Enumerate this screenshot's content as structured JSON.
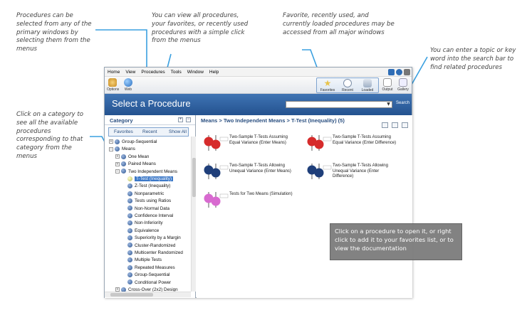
{
  "annotations": {
    "a1": "Procedures can be selected from any of the primary windows by selecting them from the menus",
    "a2": "You can view all procedures, your favorites, or recently used procedures with a simple click from the menus",
    "a3": "Favorite, recently used, and currently loaded procedures may be accessed from all major windows",
    "a4": "You can enter a topic or key word into the search bar to find related procedures",
    "a5": "Click on a category to see all the available procedures corresponding to that category from the menus",
    "a6": "Click on a procedure to open it, or right click to add it to your favorites list, or to view the documentation"
  },
  "menu": [
    "Home",
    "View",
    "Procedures",
    "Tools",
    "Window",
    "Help"
  ],
  "toolbar": {
    "options": "Options",
    "web": "Web",
    "favorites": "Favorites",
    "recent": "Recent",
    "loaded": "Loaded",
    "output": "Output",
    "gallery": "Gallery"
  },
  "header": {
    "title": "Select a Procedure",
    "search_button": "Search",
    "search_value": ""
  },
  "category": {
    "title": "Category",
    "tabs": [
      "Favorites",
      "Recent",
      "Show All"
    ],
    "tree": [
      {
        "label": "Group-Sequential",
        "level": 0,
        "expander": "+"
      },
      {
        "label": "Means",
        "level": 0,
        "expander": "−"
      },
      {
        "label": "One Mean",
        "level": 1,
        "expander": "+"
      },
      {
        "label": "Paired Means",
        "level": 1,
        "expander": "+"
      },
      {
        "label": "Two Independent Means",
        "level": 1,
        "expander": "−"
      },
      {
        "label": "T-Test (Inequality)",
        "level": 2,
        "selected": true
      },
      {
        "label": "Z-Test (Inequality)",
        "level": 2
      },
      {
        "label": "Nonparametric",
        "level": 2
      },
      {
        "label": "Tests using Ratios",
        "level": 2
      },
      {
        "label": "Non-Normal Data",
        "level": 2
      },
      {
        "label": "Confidence Interval",
        "level": 2
      },
      {
        "label": "Non-Inferiority",
        "level": 2
      },
      {
        "label": "Equivalence",
        "level": 2
      },
      {
        "label": "Superiority by a Margin",
        "level": 2
      },
      {
        "label": "Cluster-Randomized",
        "level": 2
      },
      {
        "label": "Multicenter Randomized",
        "level": 2
      },
      {
        "label": "Multiple Tests",
        "level": 2
      },
      {
        "label": "Repeated Measures",
        "level": 2
      },
      {
        "label": "Group-Sequential",
        "level": 2
      },
      {
        "label": "Conditional Power",
        "level": 2
      },
      {
        "label": "Cross-Over (2x2) Design",
        "level": 1,
        "expander": "+"
      }
    ]
  },
  "breadcrumb": "Means > Two Independent Means > T-Test (Inequality) (5)",
  "procedures": [
    {
      "label": "Two-Sample T-Tests Assuming Equal Variance (Enter Means)",
      "color": "#d62b2b"
    },
    {
      "label": "Two-Sample T-Tests Assuming Equal Variance (Enter Difference)",
      "color": "#d62b2b"
    },
    {
      "label": "Two-Sample T-Tests Allowing Unequal Variance (Enter Means)",
      "color": "#1f3f7a"
    },
    {
      "label": "Two-Sample T-Tests Allowing Unequal Variance (Enter Difference)",
      "color": "#1f3f7a"
    },
    {
      "label": "Tests for Two Means (Simulation)",
      "color": "#d86ad0"
    }
  ]
}
